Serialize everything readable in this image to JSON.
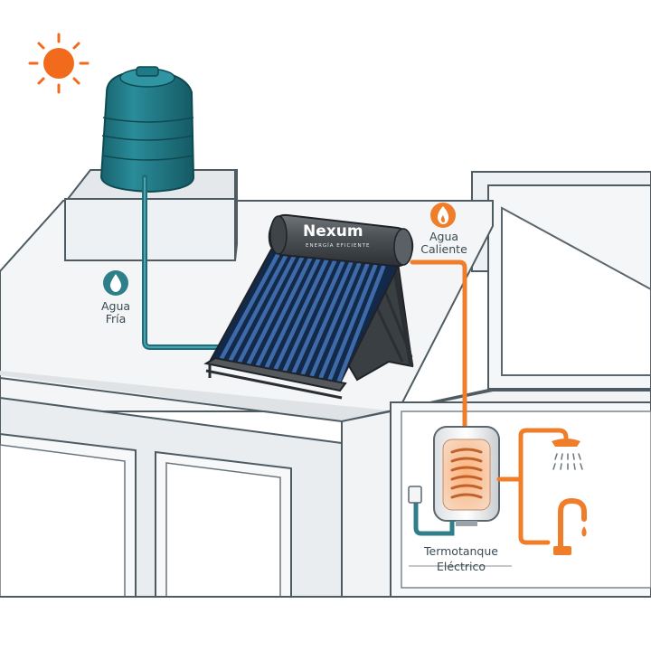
{
  "labels": {
    "cold_water_line1": "Agua",
    "cold_water_line2": "Fría",
    "hot_water_line1": "Agua",
    "hot_water_line2": "Caliente",
    "heater_line1": "Termotanque",
    "heater_line2": "Eléctrico"
  },
  "brand": {
    "name": "Nexum",
    "tagline": "ENERGÍA EFICIENTE"
  },
  "colors": {
    "cold_pipe": "#2f7f8a",
    "hot_pipe": "#f07d2a",
    "sun": "#f26a1b",
    "tank": "#1f7a87",
    "panel": "#1b3d6e"
  }
}
